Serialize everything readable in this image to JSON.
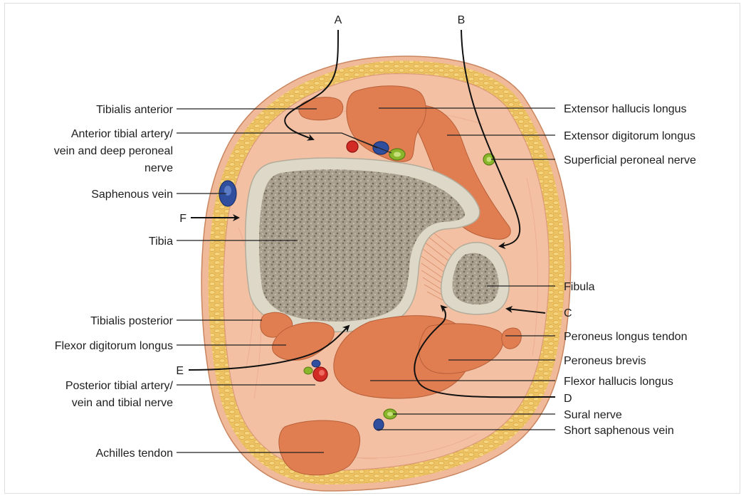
{
  "labels_left": {
    "tibialis_anterior": "Tibialis anterior",
    "anterior_tibial_1": "Anterior tibial artery/",
    "anterior_tibial_2": "vein and deep peroneal",
    "anterior_tibial_3": "nerve",
    "saphenous_vein": "Saphenous vein",
    "f": "F",
    "tibia": "Tibia",
    "tibialis_posterior": "Tibialis posterior",
    "flexor_digitorum_longus": "Flexor digitorum longus",
    "e": "E",
    "posterior_tibial_1": "Posterior tibial artery/",
    "posterior_tibial_2": "vein and tibial nerve",
    "achilles_tendon": "Achilles tendon"
  },
  "labels_right": {
    "extensor_hallucis_longus": "Extensor hallucis longus",
    "extensor_digitorum_longus": "Extensor digitorum longus",
    "superficial_peroneal_nerve": "Superficial peroneal nerve",
    "fibula": "Fibula",
    "c": "C",
    "peroneus_longus_tendon": "Peroneus longus tendon",
    "peroneus_brevis": "Peroneus brevis",
    "flexor_hallucis_longus": "Flexor hallucis longus",
    "d": "D",
    "sural_nerve": "Sural nerve",
    "short_saphenous_vein": "Short saphenous vein"
  },
  "labels_top": {
    "a": "A",
    "b": "B"
  },
  "colors": {
    "skin": "#f0b99a",
    "fat": "#ecc262",
    "muscle_bg": "#f3c0a3",
    "muscle": "#e07e52",
    "bone": "#ddd8c8",
    "marrow": "#9e9384",
    "artery": "#d22b26",
    "vein": "#2f4e9d",
    "nerve": "#8ab62c"
  }
}
